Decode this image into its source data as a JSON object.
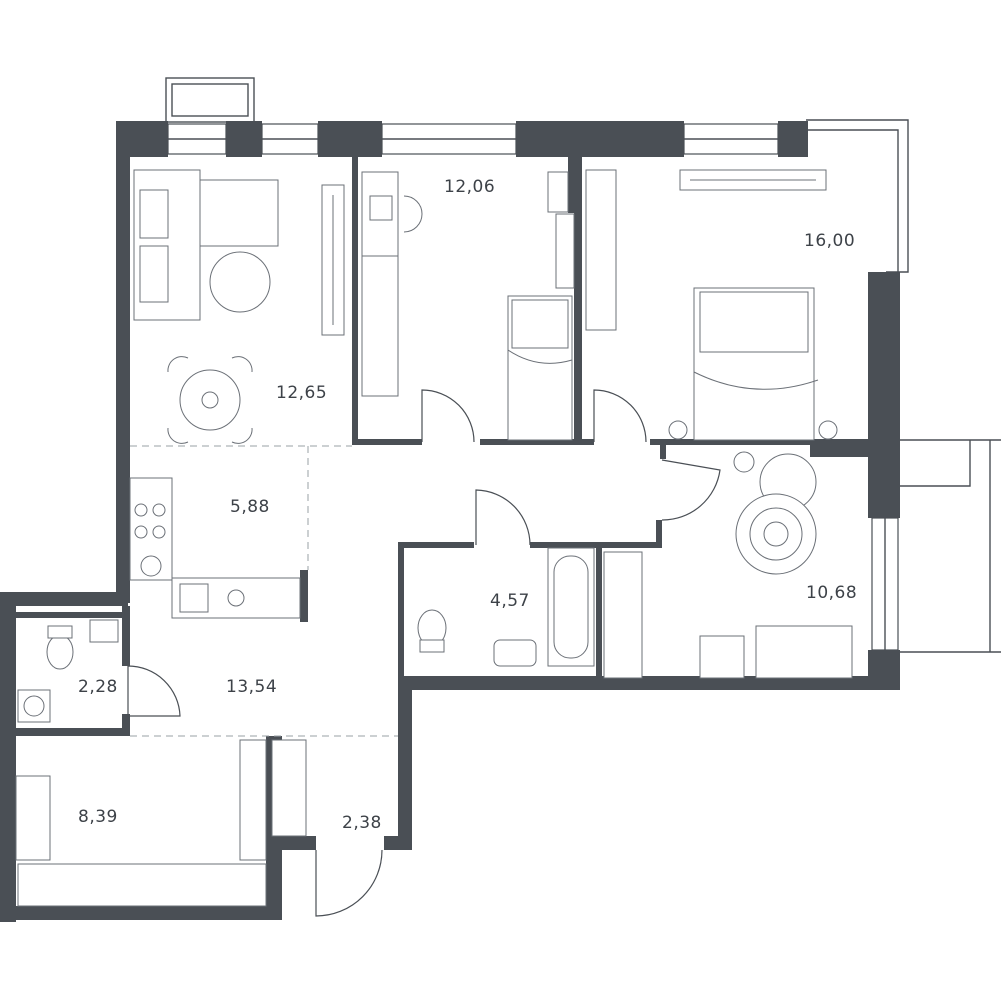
{
  "colors": {
    "wall": "#4a4f55",
    "furniture": "#6b7077",
    "background": "#ffffff"
  },
  "rooms": {
    "living": {
      "area": "12,65"
    },
    "bedroom_small": {
      "area": "12,06"
    },
    "bedroom_master": {
      "area": "16,00"
    },
    "kitchen": {
      "area": "5,88"
    },
    "bathroom": {
      "area": "4,57"
    },
    "kids_room": {
      "area": "10,68"
    },
    "wc": {
      "area": "2,28"
    },
    "hall": {
      "area": "13,54"
    },
    "storage": {
      "area": "8,39"
    },
    "entry": {
      "area": "2,38"
    }
  }
}
